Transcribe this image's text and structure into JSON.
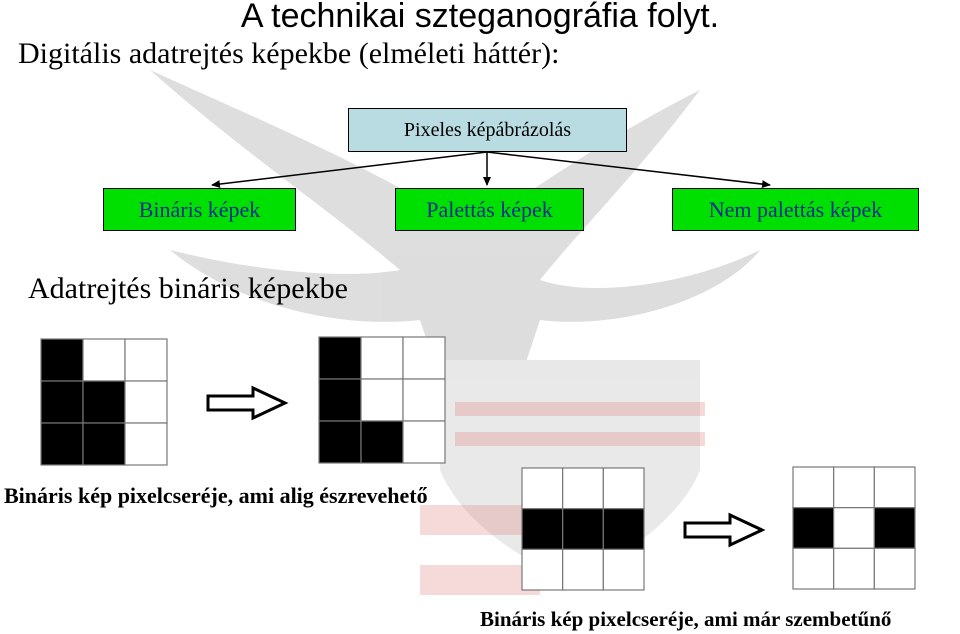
{
  "title": "A technikai szteganográfia folyt.",
  "subtitle": "Digitális adatrejtés képekbe (elméleti háttér):",
  "tree": {
    "root": "Pixeles képábrázolás",
    "children": [
      "Bináris képek",
      "Palettás képek",
      "Nem palettás képek"
    ]
  },
  "section_heading": "Adatrejtés bináris képekbe",
  "examples": [
    {
      "caption": "Bináris kép pixelcseréje, ami alig észrevehető",
      "before": [
        [
          1,
          0,
          0
        ],
        [
          1,
          1,
          0
        ],
        [
          1,
          1,
          0
        ]
      ],
      "after": [
        [
          1,
          0,
          0
        ],
        [
          1,
          0,
          0
        ],
        [
          1,
          1,
          0
        ]
      ]
    },
    {
      "caption": "Bináris kép pixelcseréje, ami már szembetűnő",
      "before": [
        [
          0,
          0,
          0
        ],
        [
          1,
          1,
          1
        ],
        [
          0,
          0,
          0
        ]
      ],
      "after": [
        [
          0,
          0,
          0
        ],
        [
          1,
          0,
          1
        ],
        [
          0,
          0,
          0
        ]
      ]
    }
  ],
  "colors": {
    "root_fill": "#b9dbe2",
    "child_fill": "#00e000",
    "child_text": "#0e2b8f",
    "pixel_on": "#000000",
    "pixel_off": "#ffffff"
  }
}
